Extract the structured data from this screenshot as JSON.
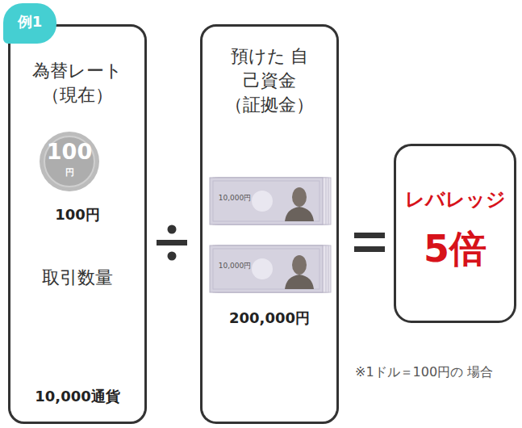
{
  "diagram": {
    "nodes": [
      {
        "text": [
          "例1"
        ]
      },
      {
        "text": [
          "為替レート （現在）",
          "100円",
          "取引数量",
          "10,000通貨"
        ]
      },
      {
        "text": [
          "100",
          "円"
        ],
        "in": 1
      },
      {
        "text": [
          "預けた 自己資金 （証拠金）",
          "200,000円"
        ]
      },
      {
        "text": [
          "10,000円"
        ],
        "in": 3
      },
      {
        "text": [
          "10,000円"
        ],
        "in": 3
      },
      {
        "text": [
          "レバレッジ",
          "5倍"
        ]
      }
    ],
    "labels": [
      "※1ドル＝100円の 場合"
    ]
  }
}
